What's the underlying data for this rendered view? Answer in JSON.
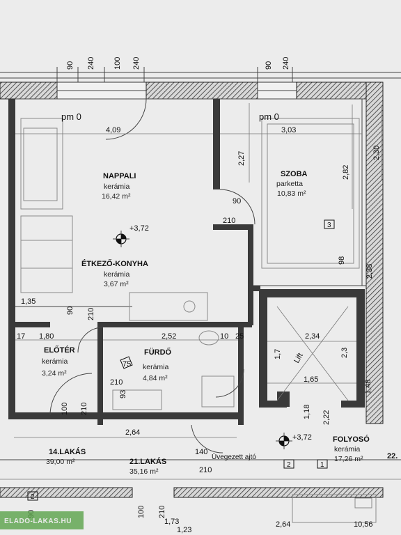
{
  "rooms": {
    "nappali": {
      "name": "NAPPALI",
      "material": "kerámia",
      "area": "16,42 m²"
    },
    "szoba": {
      "name": "SZOBA",
      "material": "parketta",
      "area": "10,83 m²"
    },
    "etkezo": {
      "name": "ÉTKEZŐ-KONYHA",
      "material": "kerámia",
      "area": "3,67 m²"
    },
    "eloter": {
      "name": "ELŐTÉR",
      "material": "kerámia",
      "area": "3,24 m²"
    },
    "furdo": {
      "name": "FÜRDŐ",
      "material": "kerámia",
      "area": "4,84 m²"
    },
    "folyoso": {
      "name": "FOLYOSÓ",
      "material": "kerámia",
      "area": "17,26 m²"
    }
  },
  "levels": {
    "pm_left": "pm 0",
    "pm_right": "pm 0",
    "elev_1": "+3,72",
    "elev_2": "+3,72"
  },
  "apartments": {
    "apt14": {
      "name": "14.LAKÁS",
      "area": "39,00 m²"
    },
    "apt21": {
      "name": "21.LAKÁS",
      "area": "35,16 m²"
    },
    "apt22": {
      "name": "22."
    }
  },
  "dims": {
    "top": [
      "90",
      "240",
      "100",
      "240",
      "90",
      "240"
    ],
    "d409": "4,09",
    "d303": "3,03",
    "d227": "2,27",
    "d282": "2,82",
    "d230": "2,30",
    "d90": "90",
    "d210a": "210",
    "d135": "1,35",
    "d90b": "90",
    "d210b": "210",
    "d180": "1,80",
    "d252": "2,52",
    "d234": "2,34",
    "d98": "98",
    "d238": "2,38",
    "d75": "75",
    "d210c": "210",
    "d100": "100",
    "d210d": "210",
    "d93": "93",
    "d17": "17",
    "d10": "10",
    "d25": "25",
    "d165": "1,65",
    "d23": "2,3",
    "d118": "1,18",
    "d222": "2,22",
    "d148": "1,48",
    "d264": "2,64",
    "d140": "140",
    "d210e": "210",
    "d123": "1,23",
    "d173": "1,73",
    "d264b": "2,64",
    "d1056": "10,56",
    "d210f": "210",
    "d100b": "100",
    "d90c": "90",
    "d17b": "1,7"
  },
  "labels": {
    "lift": "Lift",
    "door_note": "Üvegezett ajtó",
    "box3": "3",
    "box2": "2",
    "box1": "1",
    "box2b": "2"
  },
  "watermark": "ELADO-LAKAS.HU"
}
